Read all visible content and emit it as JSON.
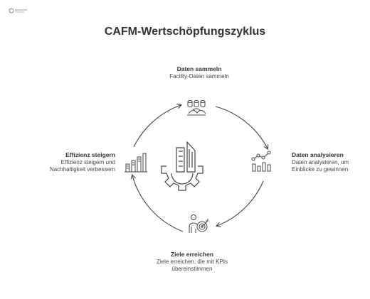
{
  "title": "CAFM-Wertschöpfungszyklus",
  "steps": {
    "top": {
      "heading": "Daten sammeln",
      "description": "Facility-Daten sammeln",
      "icon": "data-collection-icon"
    },
    "right": {
      "heading": "Daten analysieren",
      "description": "Daten analysieren, um\nEinblicke zu gewinnen",
      "icon": "chart-analysis-icon"
    },
    "bottom": {
      "heading": "Ziele erreichen",
      "description": "Ziele erreichen, die mit KPIs\nübereinstimmen",
      "icon": "target-person-icon"
    },
    "left": {
      "heading": "Effizienz steigern",
      "description": "Effizienz steigern und\nNachhaltigkeit verbessern",
      "icon": "growth-bars-icon"
    }
  },
  "center_icon": "building-gear-icon",
  "colors": {
    "stroke": "#444444",
    "text": "#333333"
  }
}
